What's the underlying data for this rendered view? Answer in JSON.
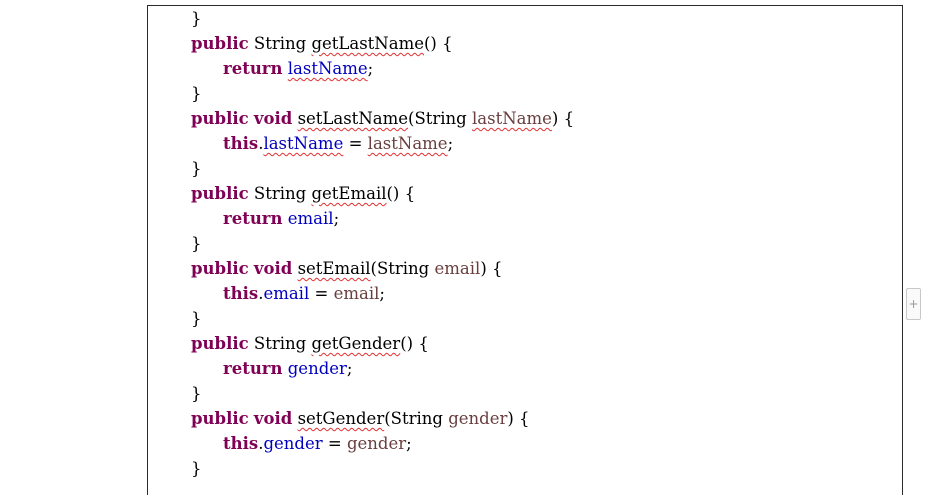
{
  "code": {
    "brace": "}",
    "kw_public": "public",
    "kw_void": "void",
    "kw_return": "return",
    "kw_this": "this",
    "type_string": "String",
    "sig_open": "() {",
    "ret_end": ";",
    "decl_open": "(",
    "decl_close": ") {",
    "dot": ".",
    "assign": " = ",
    "lastname": {
      "getter": "getLastName",
      "setter": "setLastName",
      "field": "lastName",
      "param": "lastName"
    },
    "email": {
      "getter": "getEmail",
      "setter": "setEmail",
      "field": "email",
      "param": "email"
    },
    "gender": {
      "getter": "getGender",
      "setter": "setGender",
      "field": "gender",
      "param": "gender"
    }
  },
  "side_button": {
    "label": "+"
  },
  "colors": {
    "keyword": "#7f0055",
    "field": "#0000c0",
    "parameter": "#6a3e3e",
    "spellcheck": "#e03030"
  }
}
